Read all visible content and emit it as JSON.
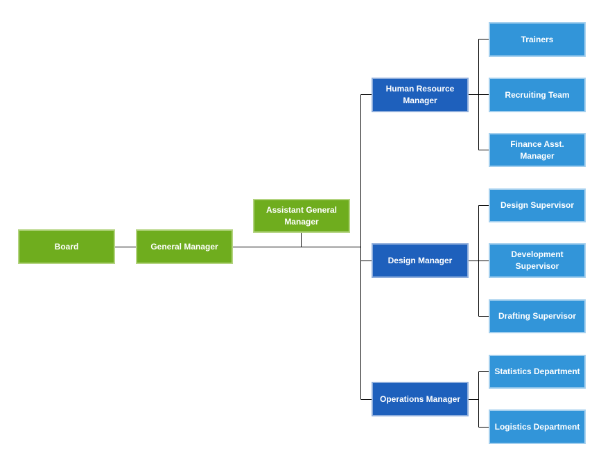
{
  "diagram": {
    "type": "organizational-chart",
    "background": "#ffffff"
  },
  "colors": {
    "executive_green_fill": "#6FAD1E",
    "executive_green_border": "#B2D37E",
    "manager_blue_fill": "#1E60BC",
    "manager_blue_border": "#8FAEDC",
    "team_blue_fill": "#3295D9",
    "team_blue_border": "#A3CFEE",
    "connector": "#000000",
    "label_text": "#FFFFFF"
  },
  "nodes": {
    "board": {
      "label": "Board",
      "level": "executive"
    },
    "general_manager": {
      "label": "General Manager",
      "level": "executive"
    },
    "assistant_general_manager": {
      "label": "Assistant General\nManager",
      "level": "executive"
    },
    "human_resource_manager": {
      "label": "Human Resource\nManager",
      "level": "manager"
    },
    "design_manager": {
      "label": "Design Manager",
      "level": "manager"
    },
    "operations_manager": {
      "label": "Operations Manager",
      "level": "manager"
    },
    "trainers": {
      "label": "Trainers",
      "level": "team"
    },
    "recruiting_team": {
      "label": "Recruiting Team",
      "level": "team"
    },
    "finance_asst_manager": {
      "label": "Finance Asst.\nManager",
      "level": "team"
    },
    "design_supervisor": {
      "label": "Design Supervisor",
      "level": "team"
    },
    "development_supervisor": {
      "label": "Development\nSupervisor",
      "level": "team"
    },
    "drafting_supervisor": {
      "label": "Drafting Supervisor",
      "level": "team"
    },
    "statistics_department": {
      "label": "Statistics Department",
      "level": "team"
    },
    "logistics_department": {
      "label": "Logistics Department",
      "level": "team"
    }
  },
  "edges": [
    {
      "from": "board",
      "to": "general_manager"
    },
    {
      "from": "general_manager",
      "to": "assistant_general_manager"
    },
    {
      "from": "general_manager",
      "to": "human_resource_manager"
    },
    {
      "from": "general_manager",
      "to": "design_manager"
    },
    {
      "from": "general_manager",
      "to": "operations_manager"
    },
    {
      "from": "human_resource_manager",
      "to": "trainers"
    },
    {
      "from": "human_resource_manager",
      "to": "recruiting_team"
    },
    {
      "from": "human_resource_manager",
      "to": "finance_asst_manager"
    },
    {
      "from": "design_manager",
      "to": "design_supervisor"
    },
    {
      "from": "design_manager",
      "to": "development_supervisor"
    },
    {
      "from": "design_manager",
      "to": "drafting_supervisor"
    },
    {
      "from": "operations_manager",
      "to": "statistics_department"
    },
    {
      "from": "operations_manager",
      "to": "logistics_department"
    }
  ]
}
